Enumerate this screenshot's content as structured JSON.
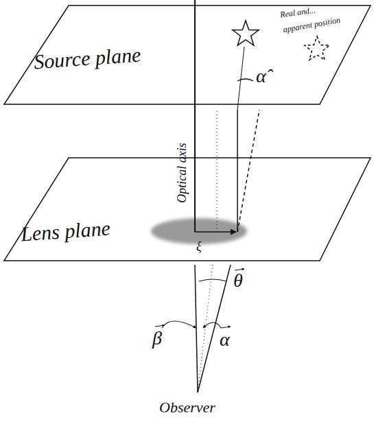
{
  "diagram": {
    "nodes": [
      {
        "text": [
          "Source plane"
        ]
      },
      {
        "text": [
          "Lens plane"
        ]
      }
    ],
    "labels": [
      "Real and...",
      "apparent position",
      "Optical axis",
      "α̂",
      "ξ",
      "θ",
      "β",
      "α",
      "Observer"
    ]
  }
}
